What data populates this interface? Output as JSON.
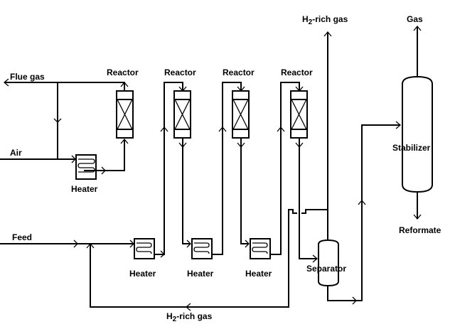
{
  "title": "Catalytic reforming process flow diagram",
  "labels": {
    "flue_gas": "Flue gas",
    "air": "Air",
    "feed": "Feed",
    "reactor": "Reactor",
    "heater": "Heater",
    "h2_rich_gas_top_prefix": "H",
    "h2_sub": "2",
    "h2_rich_gas_suffix": "-rich gas",
    "gas": "Gas",
    "stabilizer": "Stabilizer",
    "reformate": "Reformate",
    "separator": "Separator"
  },
  "reactors": [
    {
      "id": "reactor-1",
      "label": "Reactor"
    },
    {
      "id": "reactor-2",
      "label": "Reactor"
    },
    {
      "id": "reactor-3",
      "label": "Reactor"
    },
    {
      "id": "reactor-4",
      "label": "Reactor"
    }
  ],
  "heaters": [
    {
      "id": "heater-air",
      "label": "Heater"
    },
    {
      "id": "heater-1",
      "label": "Heater"
    },
    {
      "id": "heater-2",
      "label": "Heater"
    },
    {
      "id": "heater-3",
      "label": "Heater"
    }
  ]
}
